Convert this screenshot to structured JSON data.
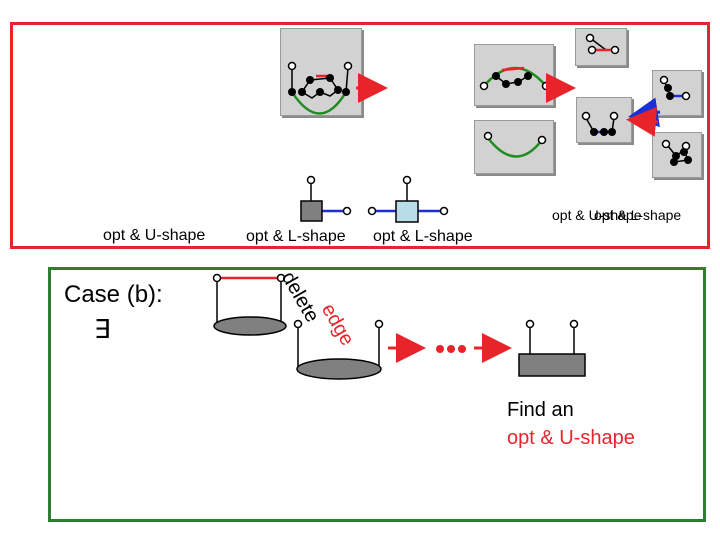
{
  "labels": {
    "top_left": "opt & U-shape",
    "top_mid_1": "opt & L-shape",
    "top_mid_2": "opt & L-shape",
    "top_right_a": "opt & U-shape",
    "top_right_b": "opt & L-shape",
    "case": "Case (b):",
    "exists": "∃",
    "rotated_word_1": "delete",
    "rotated_word_2": "edge",
    "find_line1": "Find an",
    "find_line2": "opt & U-shape"
  },
  "colors": {
    "frame_top": "#e8242b",
    "frame_bottom": "#2e7d32",
    "arrow_red": "#e8242b",
    "arrow_blue": "#1a2fd6",
    "curve_green": "#1e8c1e",
    "highlight_red_text": "#e8242b"
  }
}
